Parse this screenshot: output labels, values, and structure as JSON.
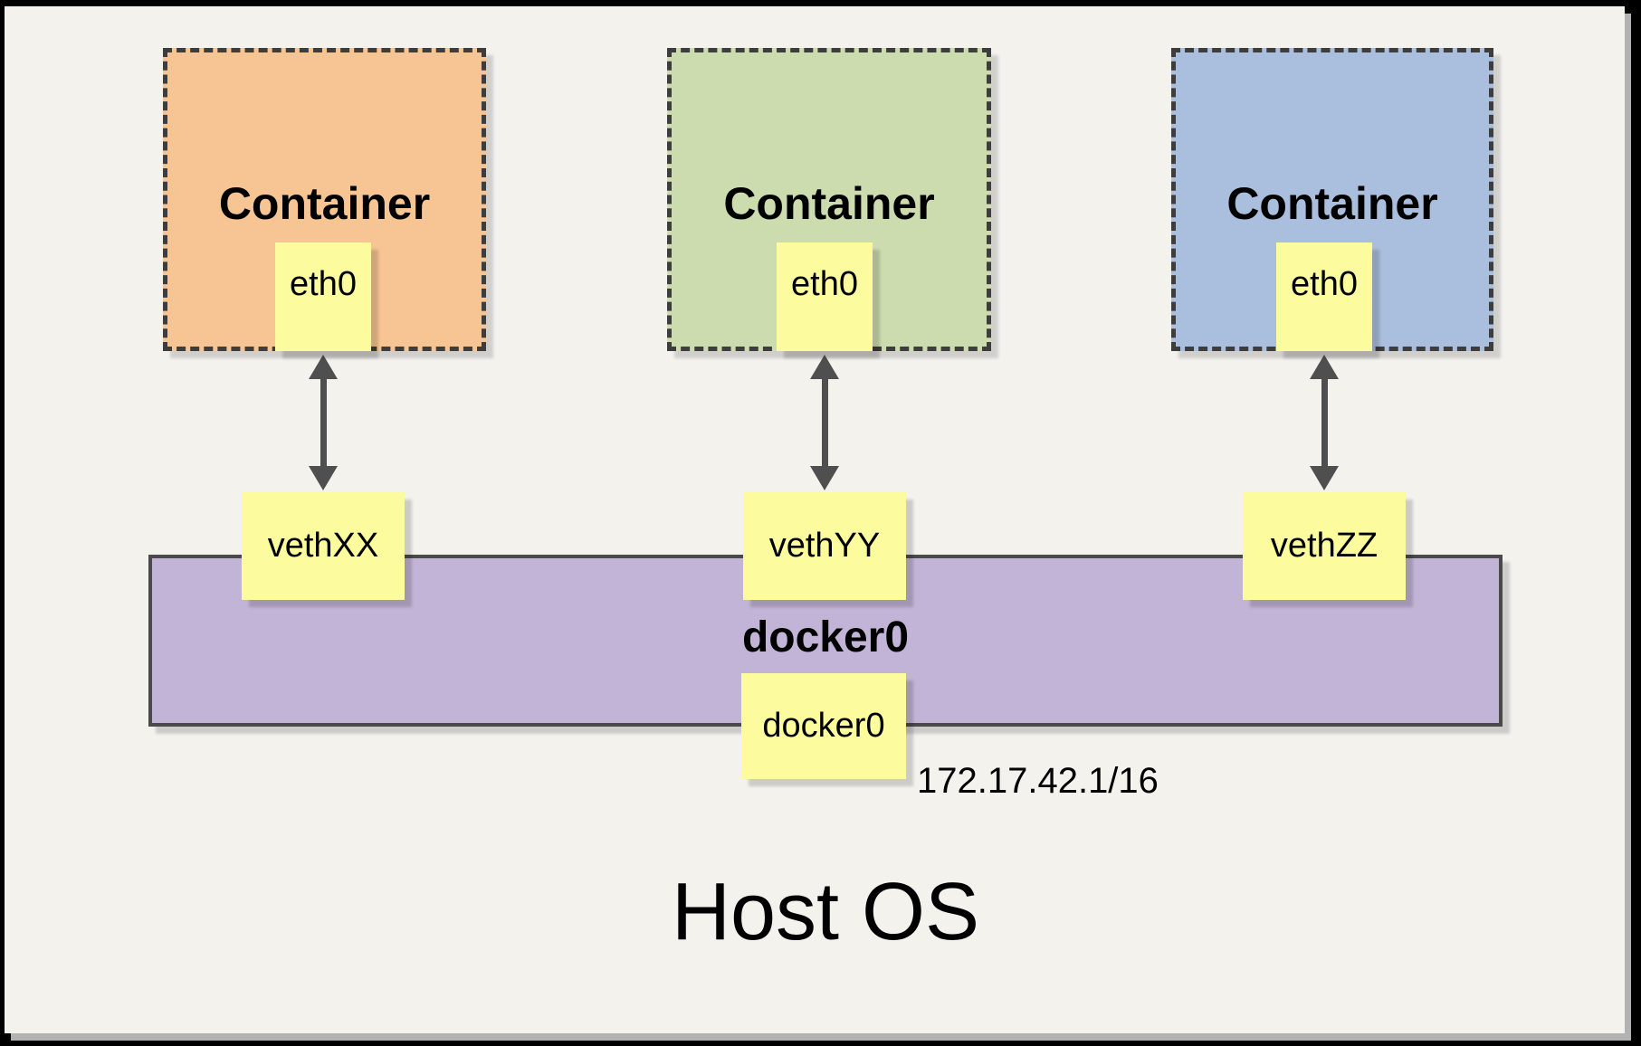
{
  "diagram": {
    "containers": [
      {
        "title": "Container",
        "eth_label": "eth0",
        "veth_label": "vethXX",
        "fill": "#f7c593"
      },
      {
        "title": "Container",
        "eth_label": "eth0",
        "veth_label": "vethYY",
        "fill": "#cddcaf"
      },
      {
        "title": "Container",
        "eth_label": "eth0",
        "veth_label": "vethZZ",
        "fill": "#aabedd"
      }
    ],
    "bridge": {
      "title": "docker0",
      "box_label": "docker0",
      "ip": "172.17.42.1/16",
      "fill": "#c2b4d6"
    },
    "host_label": "Host OS",
    "colors": {
      "background": "#f4f2ed",
      "frame": "#000000",
      "interface_box_fill": "#fcfc9e",
      "dashed_border": "#3d3d3d",
      "bridge_border": "#4a4a4a",
      "arrow": "#4f4f4f"
    }
  }
}
